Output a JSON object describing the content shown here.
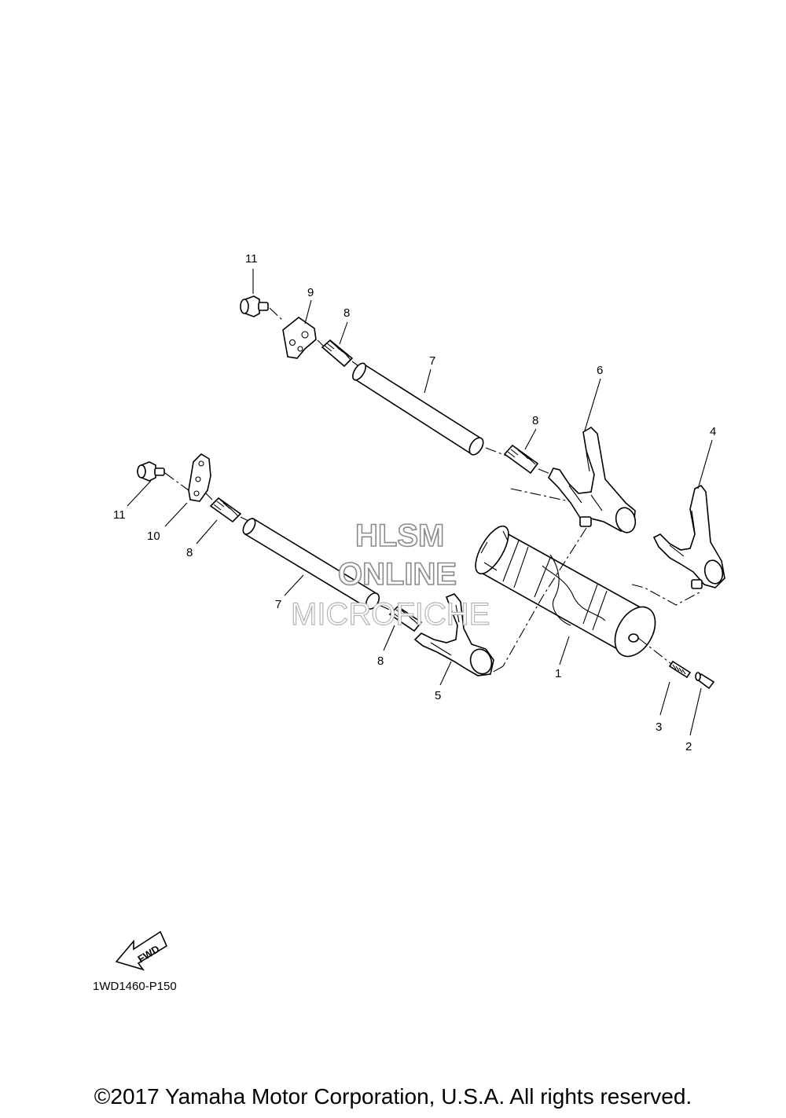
{
  "diagram": {
    "code": "1WD1460-P150",
    "fwd_label": "FWD",
    "callouts": [
      {
        "id": "c11a",
        "label": "11"
      },
      {
        "id": "c9",
        "label": "9"
      },
      {
        "id": "c8a",
        "label": "8"
      },
      {
        "id": "c7a",
        "label": "7"
      },
      {
        "id": "c6",
        "label": "6"
      },
      {
        "id": "c8b",
        "label": "8"
      },
      {
        "id": "c4",
        "label": "4"
      },
      {
        "id": "c11b",
        "label": "11"
      },
      {
        "id": "c10",
        "label": "10"
      },
      {
        "id": "c8c",
        "label": "8"
      },
      {
        "id": "c7b",
        "label": "7"
      },
      {
        "id": "c8d",
        "label": "8"
      },
      {
        "id": "c5",
        "label": "5"
      },
      {
        "id": "c1",
        "label": "1"
      },
      {
        "id": "c3",
        "label": "3"
      },
      {
        "id": "c2",
        "label": "2"
      }
    ]
  },
  "watermark": {
    "line1": "HLSM",
    "line2": "ONLINE",
    "line3": "MICROFICHE"
  },
  "footer": {
    "copyright": "©2017 Yamaha Motor Corporation, U.S.A. All rights reserved."
  }
}
